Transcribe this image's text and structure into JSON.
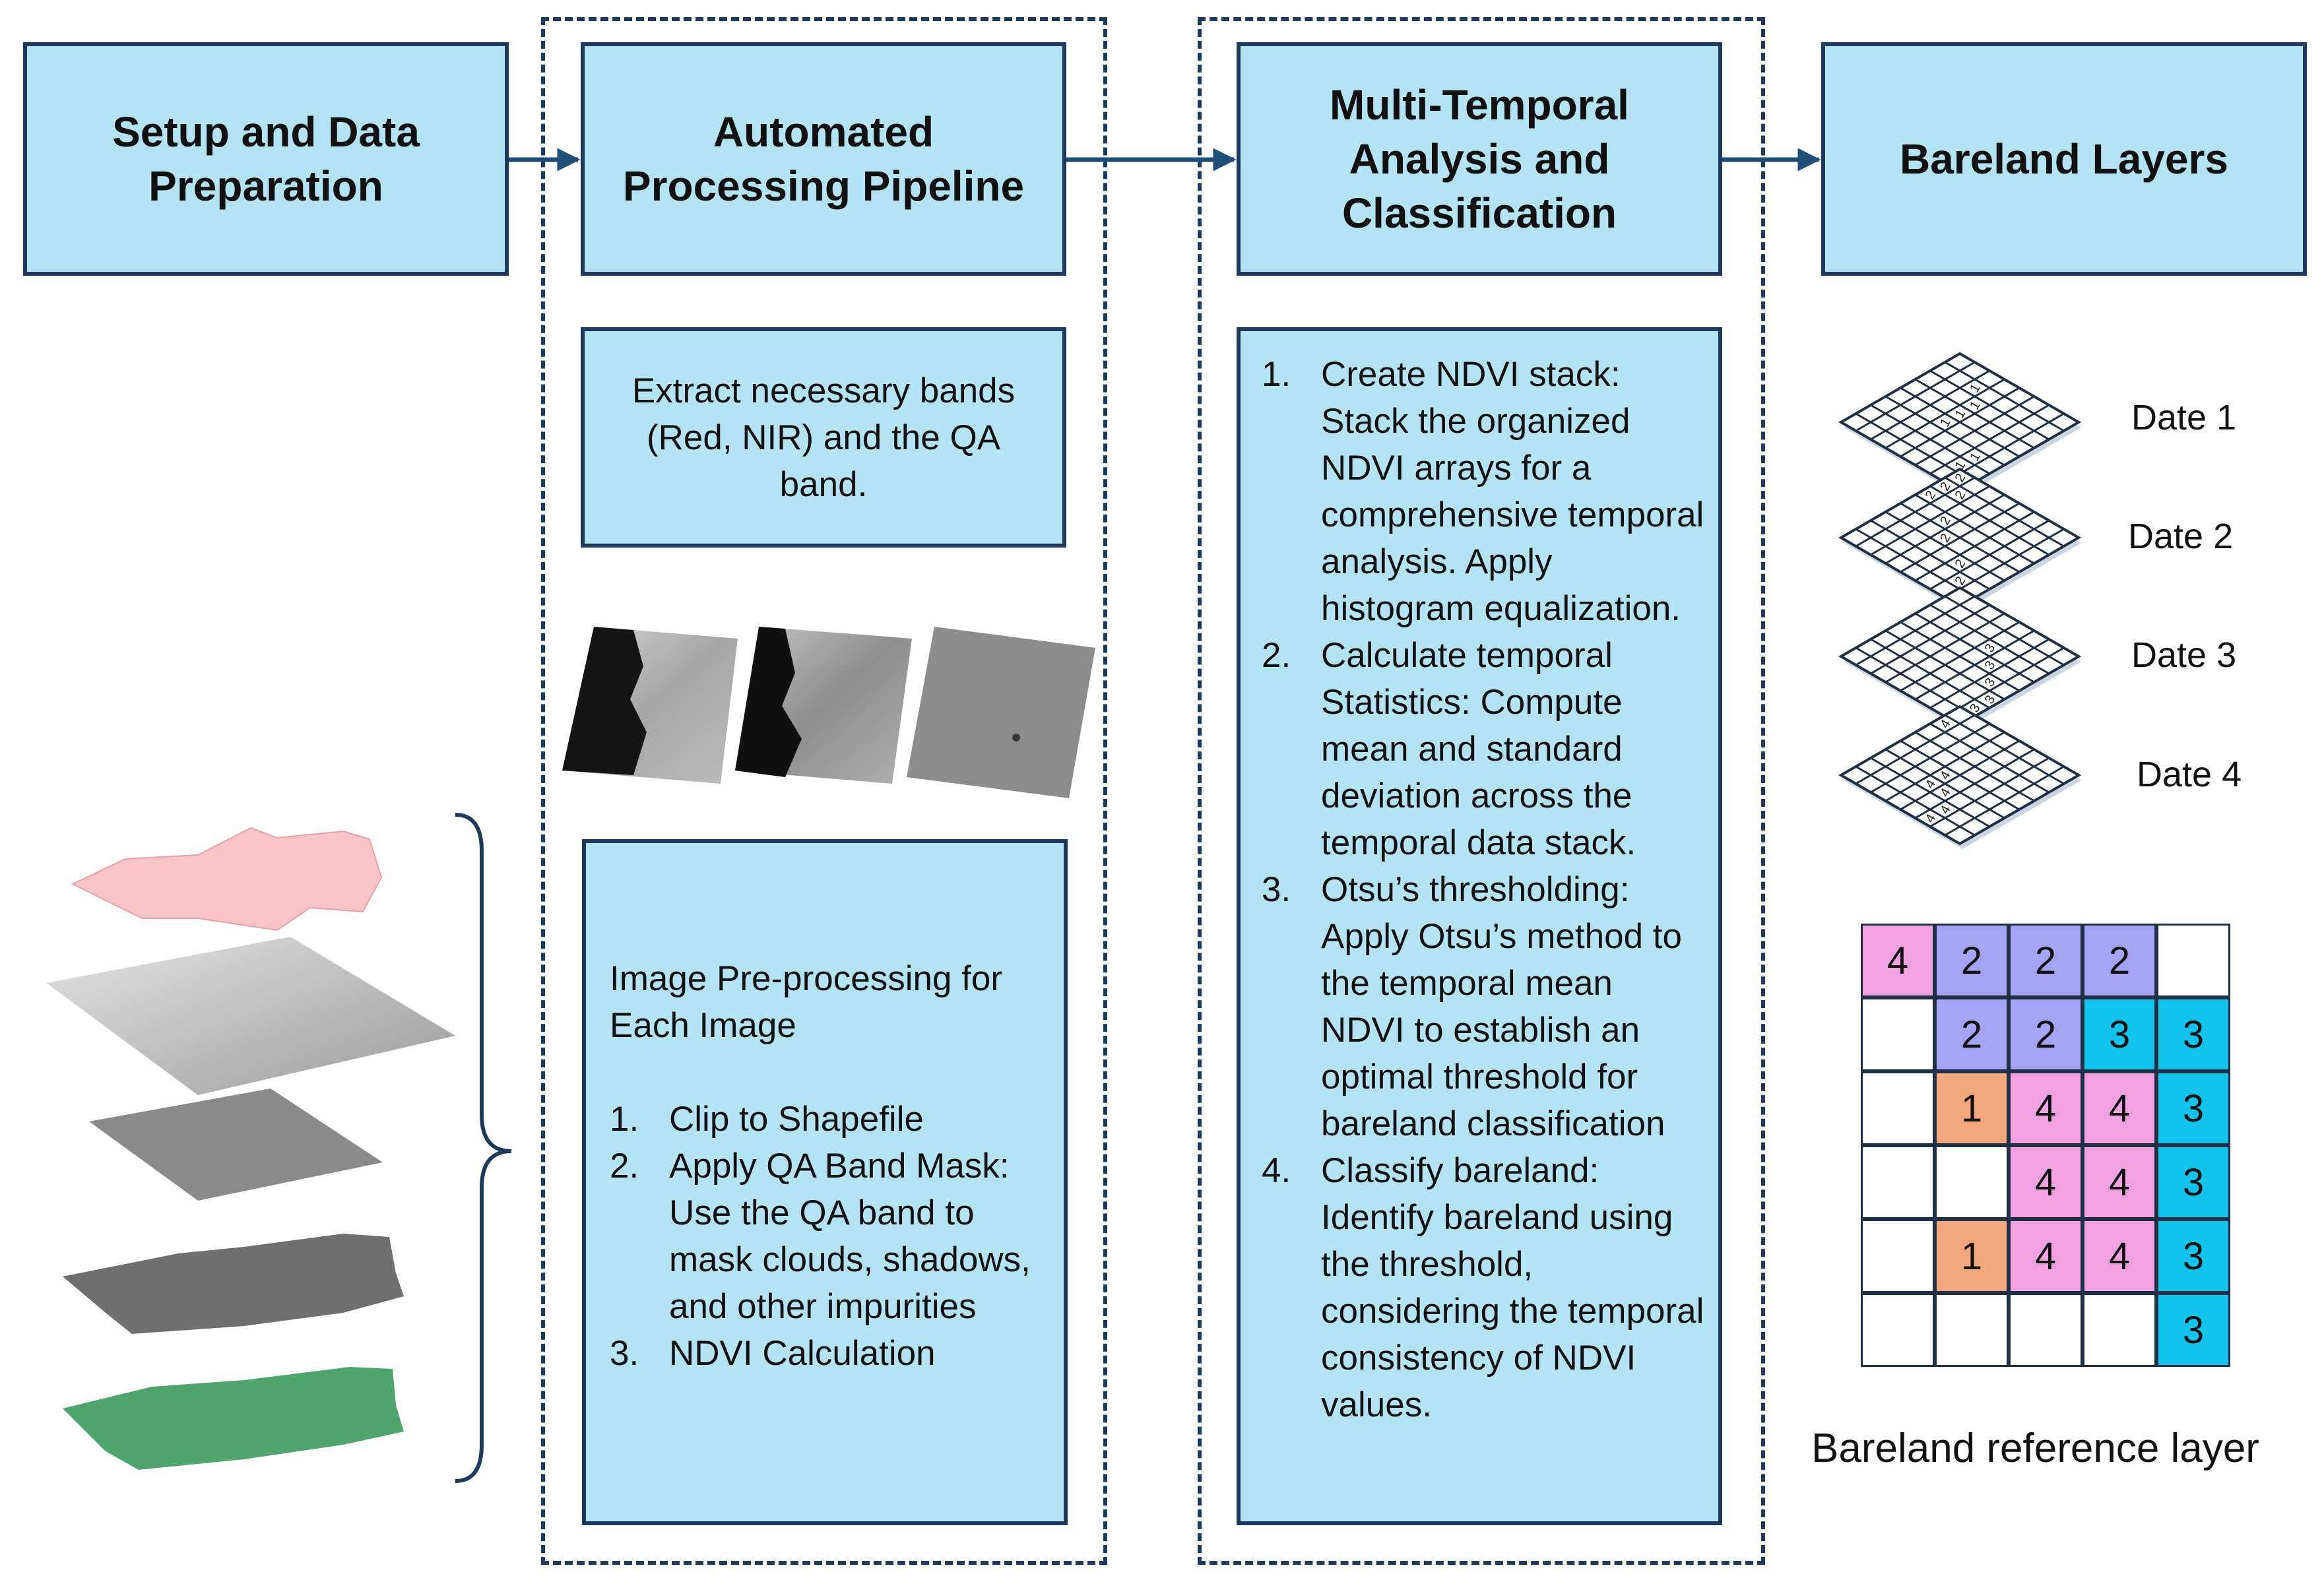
{
  "headers": {
    "setup": "Setup and Data\nPreparation",
    "pipeline": "Automated\nProcessing Pipeline",
    "multitemporal": "Multi-Temporal\nAnalysis and\nClassification",
    "bareland": "Bareland Layers"
  },
  "extract_box": {
    "text": "Extract necessary bands (Red, NIR) and the QA band."
  },
  "preprocessing": {
    "title": "Image Pre-processing for Each Image",
    "steps": [
      {
        "num": "1.",
        "text": "Clip to Shapefile"
      },
      {
        "num": "2.",
        "text": "Apply QA Band Mask: Use the QA band to mask clouds, shadows, and other impurities"
      },
      {
        "num": "3.",
        "text": "NDVI Calculation"
      }
    ]
  },
  "analysis": {
    "steps": [
      {
        "num": "1.",
        "text": "Create NDVI stack: Stack the organized NDVI arrays for a comprehensive temporal analysis. Apply histogram equalization."
      },
      {
        "num": "2.",
        "text": "Calculate temporal Statistics: Compute mean and standard deviation across the temporal data stack."
      },
      {
        "num": "3.",
        "text": "Otsu’s thresholding: Apply Otsu’s method to the temporal mean NDVI to establish an optimal threshold for bareland classification"
      },
      {
        "num": "4.",
        "text": "Classify bareland: Identify bareland using the threshold, considering the temporal consistency of NDVI values."
      }
    ]
  },
  "date_layers": [
    {
      "label": "Date 1",
      "digit": "1"
    },
    {
      "label": "Date 2",
      "digit": "2"
    },
    {
      "label": "Date 3",
      "digit": "3"
    },
    {
      "label": "Date 4",
      "digit": "4"
    }
  ],
  "reference_layer": {
    "caption": "Bareland reference layer",
    "colors": {
      "1": "#f4a67c",
      "2": "#a5a3f5",
      "3": "#12c4ec",
      "4": "#f2a2e3",
      "": "#ffffff"
    },
    "rows": [
      [
        "4",
        "2",
        "2",
        "2",
        ""
      ],
      [
        "",
        "2",
        "2",
        "3",
        "3"
      ],
      [
        "",
        "1",
        "4",
        "4",
        "3"
      ],
      [
        "",
        "",
        "4",
        "4",
        "3"
      ],
      [
        "",
        "1",
        "4",
        "4",
        "3"
      ],
      [
        "",
        "",
        "",
        "",
        "3"
      ]
    ]
  },
  "colors": {
    "box_fill": "#b3e3f5",
    "border": "#1d3a5c",
    "arrow": "#1f4e79",
    "shapefile_layer": "#f8c4c6",
    "ndvi_layer": "#4fa56d"
  }
}
